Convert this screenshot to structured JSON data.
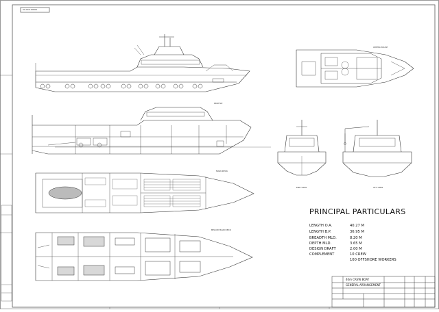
{
  "drawing": {
    "drawing_number": "00-000-00000",
    "views": {
      "profile": "PROFILE",
      "main_deck": "MAIN DECK",
      "below_main_deck": "BELOW MAIN DECK",
      "wheelhouse": "WHEELHOUSE",
      "end_view": "END VIEW",
      "aft_view": "AFT VIEW"
    }
  },
  "principal_particulars": {
    "title": "PRINCIPAL PARTICULARS",
    "rows": [
      {
        "label": "LENGTH O.A.",
        "value": "40.27  M"
      },
      {
        "label": "LENGTH B.P.",
        "value": "36.95  M"
      },
      {
        "label": "BREADTH MLD.",
        "value": "8.20  M"
      },
      {
        "label": "DEPTH MLD.",
        "value": "3.65  M"
      },
      {
        "label": "DESIGN DRAFT",
        "value": "2.00  M"
      },
      {
        "label": "COMPLEMENT",
        "value": "10  CREW"
      },
      {
        "label": "",
        "value": "100  OFFSHORE  WORKERS"
      }
    ]
  },
  "title_block": {
    "project_value": "40m  CREW BOAT",
    "title_value": "GENERAL  ARRANGEMENT"
  }
}
